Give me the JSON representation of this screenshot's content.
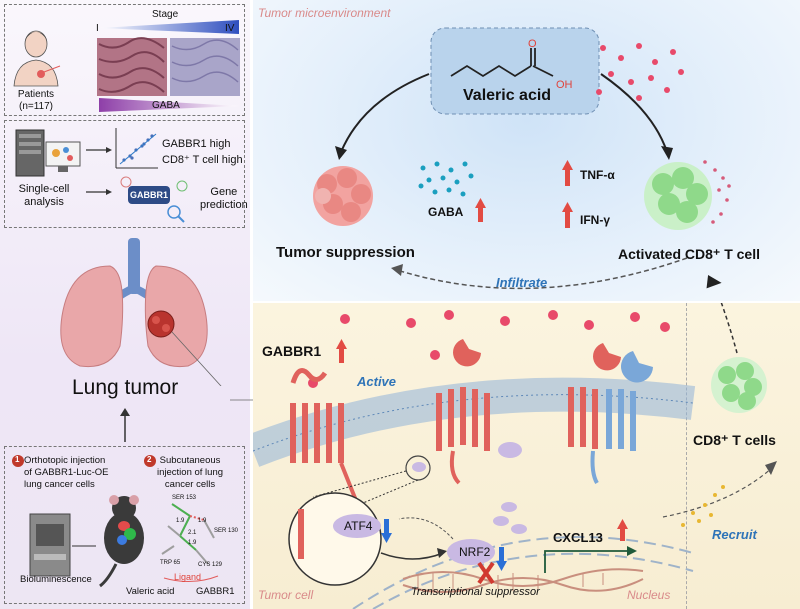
{
  "panel_left": {
    "stage_label": "Stage",
    "stage_start": "I",
    "stage_end": "IV",
    "gaba_label": "GABA",
    "patients_label": "Patients",
    "patients_n": "(n=117)",
    "single_cell_1": "Single-cell",
    "single_cell_2": "analysis",
    "gabbr1_high": "GABBR1 high",
    "cd8_high": "CD8⁺ T cell high",
    "gabbr1_box": "GABBR1",
    "gene_1": "Gene",
    "gene_2": "prediction",
    "lung_tumor": "Lung tumor",
    "step1_num": "1",
    "step1_line1": "Orthotopic injection",
    "step1_line2": "of GABBR1-Luc-OE",
    "step1_line3": "lung cancer cells",
    "step2_num": "2",
    "step2_line1": "Subcutaneous",
    "step2_line2": "injection of lung",
    "step2_line3": "cancer cells",
    "bioluminescence": "Bioluminescence",
    "ligand": "Ligand",
    "valeric_acid_small": "Valeric acid",
    "gabbr1_small": "GABBR1",
    "residues": [
      "SER 153",
      "SER 130",
      "CYS 129",
      "TRP 65"
    ],
    "distances": [
      "1.9",
      "2.1",
      "1.9",
      "1.9"
    ]
  },
  "panel_top": {
    "title": "Tumor microenvironment",
    "valeric_acid": "Valeric acid",
    "atom_o": "O",
    "atom_oh": "OH",
    "tumor_suppression": "Tumor suppression",
    "gaba": "GABA",
    "tnf": "TNF-α",
    "ifn": "IFN-γ",
    "activated_cd8": "Activated CD8⁺ T cell",
    "infiltrate": "Infiltrate"
  },
  "panel_bottom": {
    "gabbr1": "GABBR1",
    "active": "Active",
    "atf4": "ATF4",
    "nrf2": "NRF2",
    "cxcl13": "CXCL13",
    "transcriptional_suppressor": "Transcriptional suppressor",
    "tumor_cell": "Tumor cell",
    "nucleus": "Nucleus",
    "cd8_t_cells": "CD8⁺ T cells",
    "recruit": "Recruit"
  },
  "colors": {
    "accent_blue": "#2f74b8",
    "receptor_red": "#e0625c",
    "receptor_blue": "#7aa7d8",
    "up_arrow_red": "#e24b43",
    "down_arrow_blue": "#2a6fd6",
    "label_pink": "#d98a8a"
  }
}
